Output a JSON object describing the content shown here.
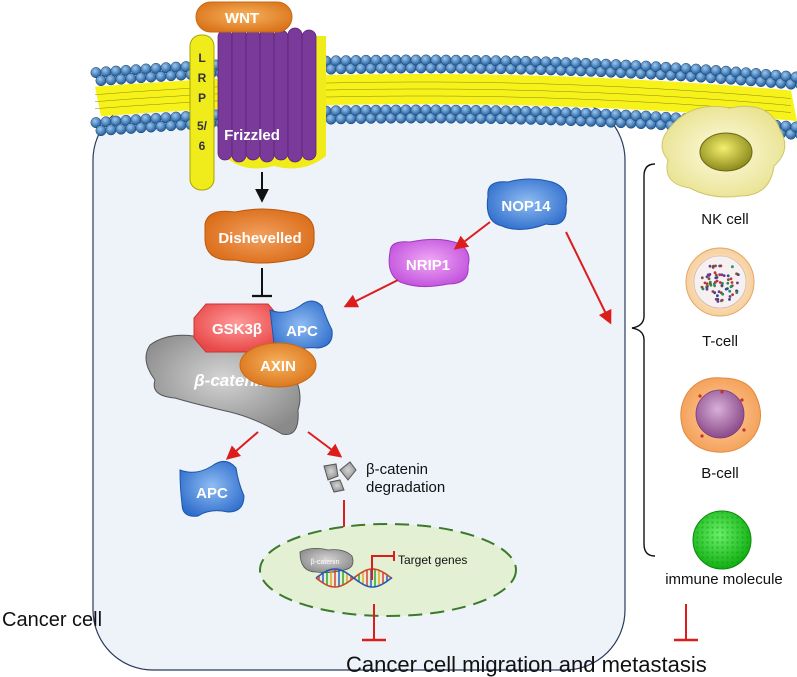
{
  "labels": {
    "wnt": "WNT",
    "lrp": [
      "L",
      "R",
      "P",
      "5/",
      "6"
    ],
    "frizzled": "Frizzled",
    "dishevelled": "Dishevelled",
    "nop14": "NOP14",
    "nrip1": "NRIP1",
    "gsk3b": "GSK3β",
    "apc_complex": "APC",
    "axin": "AXIN",
    "beta_catenin": "β-catenin",
    "apc_free": "APC",
    "degradation_line1": "β-catenin",
    "degradation_line2": "degradation",
    "nucleus_beta": "β-catenin",
    "target_genes": "Target genes",
    "cancer_cell": "Cancer cell",
    "nk_cell": "NK cell",
    "t_cell": "T-cell",
    "b_cell": "B-cell",
    "immune_molecule": "immune molecule",
    "outcome": "Cancer cell migration and metastasis"
  },
  "colors": {
    "activation_arrow": "#dd1c1c",
    "inhibition": "#dd1c1c",
    "cell_fill": "#eef3fa",
    "membrane_head": "#2f6fb5",
    "membrane_core": "#f6f21a",
    "frizzled": "#7a3a9a",
    "lrp": "#f0ec1c",
    "wnt": "#e68a2e",
    "dishevelled": "#e0701e",
    "nop14": "#4a8ee0",
    "nrip1": "#d36ee6",
    "gsk3b": "#ef5a5a",
    "apc": "#2f6fd6",
    "axin": "#e8892e",
    "beta_catenin": "#9a9a9a",
    "nucleus": "#e3f0d3",
    "immune_molecule": "#22cc22"
  }
}
